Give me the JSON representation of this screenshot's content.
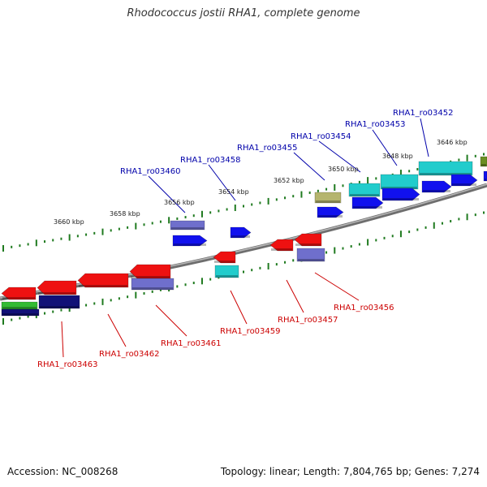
{
  "header": {
    "title": "Rhodococcus jostii RHA1, complete genome"
  },
  "footer": {
    "accession": "Accession: NC_008268",
    "summary": "Topology: linear; Length: 7,804,765 bp; Genes: 7,274"
  },
  "colors": {
    "backbone": "#8c8c8c",
    "tick": "#1f7a1f",
    "label_top": "#0000aa",
    "label_bottom": "#cc0000",
    "red": "#ee1111",
    "blue": "#1111ee",
    "navy": "#111177",
    "slate": "#6f6fcc",
    "cyan": "#22cccc",
    "olive": "#b5b56e",
    "green": "#33bb33"
  },
  "ruler_labels": [
    "3660 kbp",
    "3658 kbp",
    "3656 kbp",
    "3654 kbp",
    "3652 kbp",
    "3650 kbp",
    "3648 kbp",
    "3646 kbp"
  ],
  "top_labels": [
    "RHA1_ro03460",
    "RHA1_ro03458",
    "RHA1_ro03455",
    "RHA1_ro03454",
    "RHA1_ro03453",
    "RHA1_ro03452"
  ],
  "bottom_labels": [
    "RHA1_ro03463",
    "RHA1_ro03462",
    "RHA1_ro03461",
    "RHA1_ro03459",
    "RHA1_ro03457",
    "RHA1_ro03456"
  ]
}
